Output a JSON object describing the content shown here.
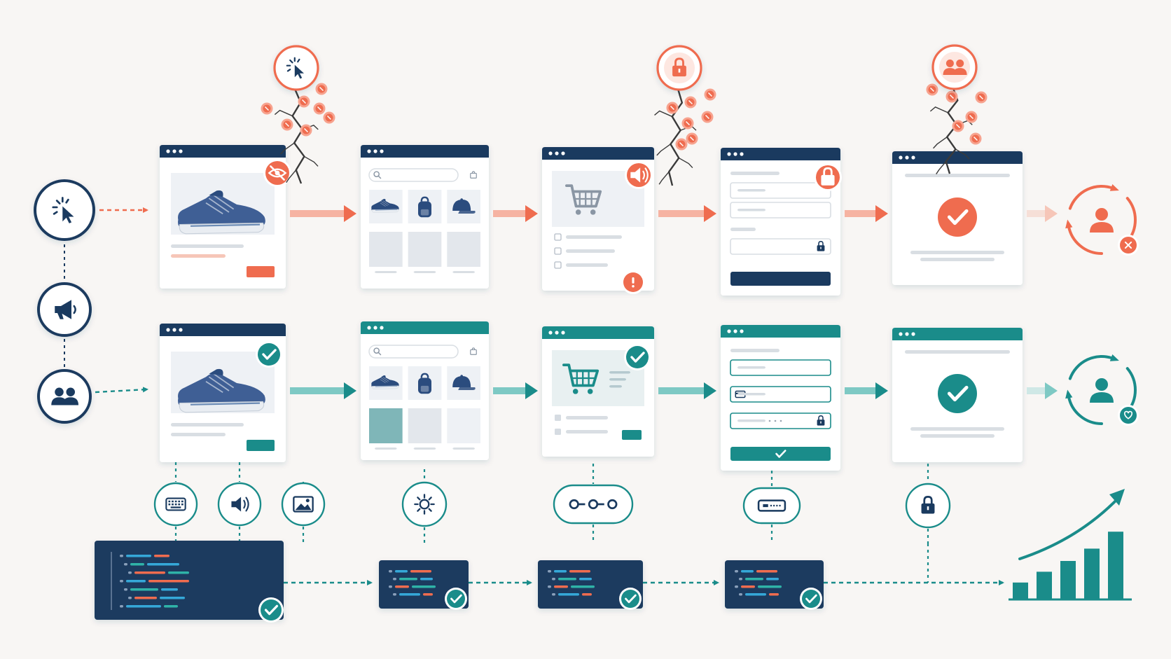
{
  "colors": {
    "background": "#f8f6f4",
    "navy": "#1a3a5f",
    "teal": "#1a8c8a",
    "teal_light": "#7ec9c4",
    "coral": "#ef6c4f",
    "coral_light": "#f6b3a2",
    "card": "#ffffff",
    "gray_block": "#e6eaee",
    "gray_line": "#d9dee3",
    "crack": "#3a3a3a",
    "code_blue": "#35a8d8",
    "code_teal": "#2fb3a8",
    "code_coral": "#ef6c4f"
  },
  "left_personas": [
    {
      "icon": "cursor-click-icon",
      "row": "broken"
    },
    {
      "icon": "megaphone-icon",
      "row": "neutral"
    },
    {
      "icon": "users-icon",
      "row": "accessible"
    }
  ],
  "broken_flow": {
    "theme": "coral",
    "steps": [
      {
        "screen": "product-detail",
        "issue_icon": "eye-slash-icon"
      },
      {
        "screen": "product-grid",
        "issue_icon": ""
      },
      {
        "screen": "cart",
        "issue_icon": "speaker-icon",
        "alert_icon": "exclamation-icon"
      },
      {
        "screen": "login-form",
        "issue_icon": "lock-icon"
      },
      {
        "screen": "confirmation",
        "issue_icon": ""
      }
    ],
    "barriers": [
      {
        "icon": "cursor-click-icon",
        "near_step": 1
      },
      {
        "icon": "lock-icon",
        "near_step": 3
      },
      {
        "icon": "users-icon",
        "near_step": 5
      }
    ],
    "outcome": {
      "icon": "user-churn-icon",
      "badge": "x-icon"
    }
  },
  "accessible_flow": {
    "theme": "teal",
    "steps": [
      {
        "screen": "product-detail",
        "badge": "check-icon"
      },
      {
        "screen": "product-grid",
        "badge": ""
      },
      {
        "screen": "cart",
        "badge": "check-icon"
      },
      {
        "screen": "payment-form",
        "badge": "check-icon"
      },
      {
        "screen": "confirmation",
        "badge": ""
      }
    ],
    "outcome": {
      "icon": "user-retention-icon",
      "badge": "heart-icon"
    }
  },
  "fixes": [
    {
      "icon": "keyboard-icon",
      "step": 1
    },
    {
      "icon": "speaker-icon",
      "step": 1
    },
    {
      "icon": "image-icon",
      "step": 1
    },
    {
      "icon": "sun-contrast-icon",
      "step": 2
    },
    {
      "icon": "sequence-nodes-icon",
      "step": 3
    },
    {
      "icon": "form-field-icon",
      "step": 4
    },
    {
      "icon": "lock-icon",
      "step": 5
    }
  ],
  "code_blocks": [
    {
      "size": "large",
      "badge": "check-icon"
    },
    {
      "size": "small",
      "badge": "check-icon"
    },
    {
      "size": "small",
      "badge": "check-icon"
    },
    {
      "size": "small",
      "badge": "check-icon"
    }
  ],
  "growth_chart": {
    "icon": "growth-chart-icon",
    "bars": [
      0.22,
      0.36,
      0.5,
      0.66,
      0.88
    ],
    "trend": "up"
  }
}
